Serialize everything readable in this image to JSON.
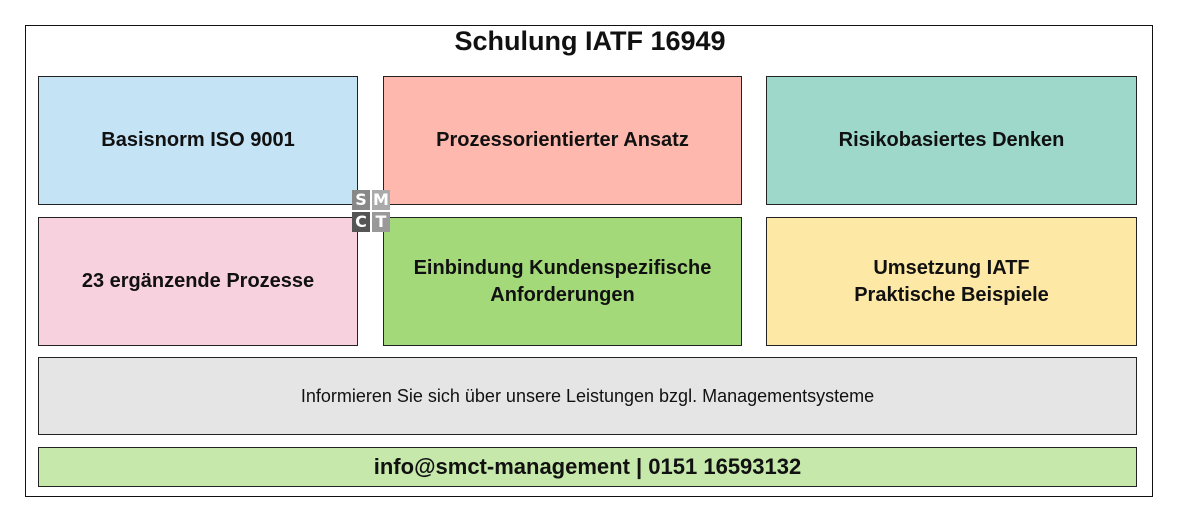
{
  "title": "Schulung IATF 16949",
  "logo": {
    "letters": [
      "S",
      "M",
      "C",
      "T"
    ]
  },
  "boxes": [
    {
      "label": "Basisnorm ISO 9001",
      "color": "#c4e3f5"
    },
    {
      "label": "Prozessorientierter Ansatz",
      "color": "#ffb8ad"
    },
    {
      "label": "Risikobasiertes Denken",
      "color": "#9dd8cb"
    },
    {
      "label": "23 ergänzende Prozesse",
      "color": "#f8d1df"
    },
    {
      "label": "Einbindung Kundenspezifische\nAnforderungen",
      "color": "#a4d97a"
    },
    {
      "label": "Umsetzung IATF\nPraktische Beispiele",
      "color": "#fde8a5"
    }
  ],
  "info": {
    "text": "Informieren Sie sich über unsere Leistungen bzgl. Managementsysteme",
    "color": "#e5e5e5"
  },
  "contact": {
    "text": "info@smct-management | 0151 16593132",
    "color": "#c6e8ab"
  }
}
